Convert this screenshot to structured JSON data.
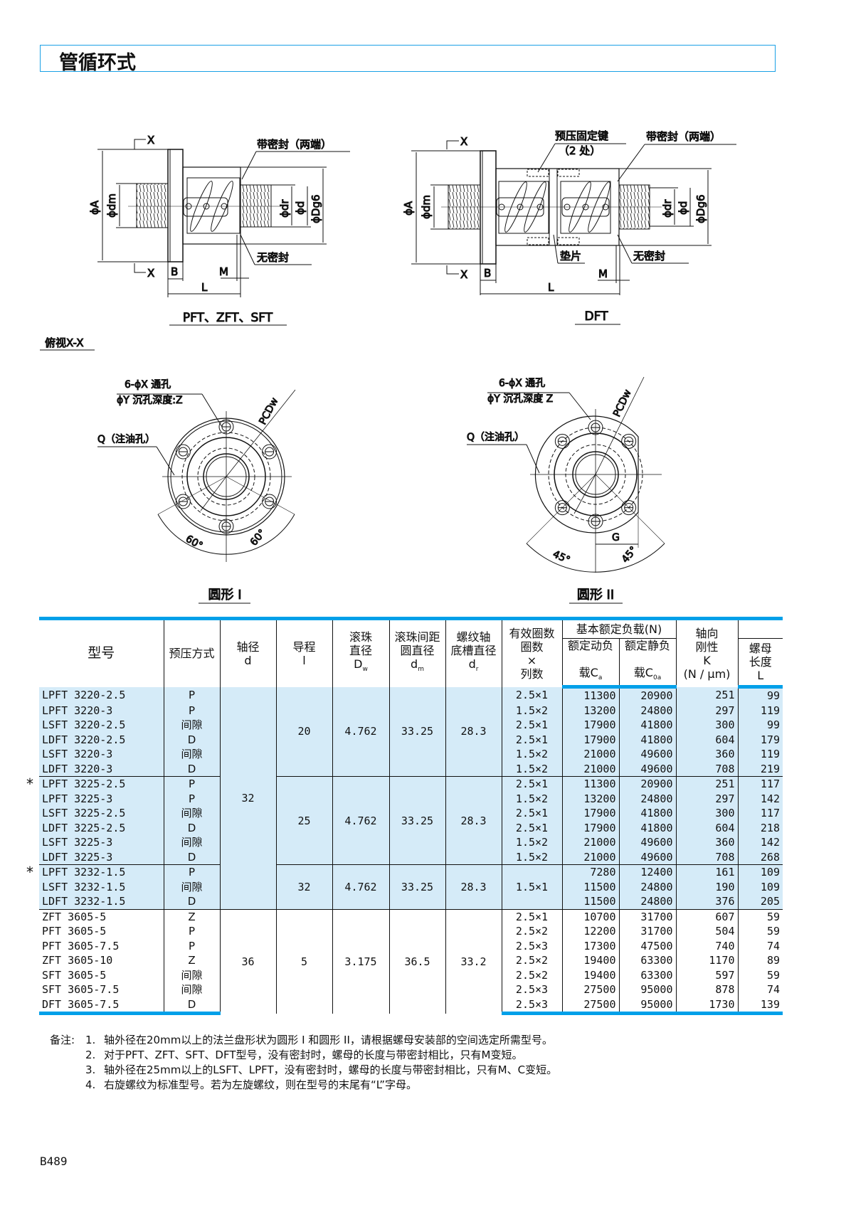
{
  "title": "管循环式",
  "diagram_left": {
    "caption": "PFT、ZFT、SFT",
    "seal_both": "带密封（两端）",
    "no_seal": "无密封",
    "phiA": "ϕA",
    "phidm": "ϕdm",
    "phidr": "ϕdr",
    "phid": "ϕd",
    "phiDg6": "ϕDg6",
    "B": "B",
    "M": "M",
    "L": "L",
    "X": "X"
  },
  "diagram_right": {
    "caption": "DFT",
    "preload_key": "预压固定键",
    "preload_key_count": "（2 处）",
    "seal_both": "带密封（两端）",
    "no_seal": "无密封",
    "shim": "垫片",
    "phiA": "ϕA",
    "phidm": "ϕdm",
    "phidr": "ϕdr",
    "phid": "ϕd",
    "phiDg6": "ϕDg6",
    "B": "B",
    "M": "M",
    "L": "L",
    "X": "X"
  },
  "section_view": "俯视X-X",
  "flange_I": {
    "caption": "圆形 I",
    "holes": "6-ϕX 通孔",
    "counterbore": "ϕY 沉孔深度:Z",
    "oil": "Q（注油孔）",
    "pcd": "PCDw",
    "angle1": "60°",
    "angle2": "60°"
  },
  "flange_II": {
    "caption": "圆形 II",
    "holes": "6-ϕX 通孔",
    "counterbore": "ϕY 沉孔深度 Z",
    "oil": "Q（注油孔）",
    "pcd": "PCDw",
    "angle1": "45°",
    "angle2": "45°",
    "G": "G"
  },
  "colors": {
    "accent": "#00a0e9",
    "row_highlight": "#d5ebf8"
  },
  "table": {
    "headers": {
      "model": "型号",
      "preload": "预压方式",
      "shaft": [
        "轴径",
        "d"
      ],
      "lead": [
        "导程",
        "l"
      ],
      "ball": [
        "滚珠",
        "直径"
      ],
      "ball_sym": "D",
      "ball_sub": "w",
      "pitch": [
        "滚珠间距",
        "圆直径"
      ],
      "pitch_sym": "d",
      "pitch_sub": "m",
      "root": [
        "螺纹轴",
        "底槽直径"
      ],
      "root_sym": "d",
      "root_sub": "r",
      "turns": [
        "有效圈数",
        "圈数",
        "×",
        "列数"
      ],
      "load": "基本额定负载(N)",
      "dyn": [
        "额定动负",
        "载C"
      ],
      "dyn_sub": "a",
      "stat": [
        "额定静负",
        "载C"
      ],
      "stat_sub": "0a",
      "stiff": [
        "轴向",
        "刚性",
        "K",
        "(N / μm)"
      ],
      "len": [
        "螺母",
        "长度",
        "L"
      ]
    },
    "shaft_groups": [
      {
        "d": "32",
        "rows": 15
      },
      {
        "d": "36",
        "rows": 7
      }
    ],
    "lead_groups": [
      {
        "l": "20",
        "Dw": "4.762",
        "dm": "33.25",
        "dr": "28.3",
        "rows": 6
      },
      {
        "l": "25",
        "Dw": "4.762",
        "dm": "33.25",
        "dr": "28.3",
        "rows": 6
      },
      {
        "l": "32",
        "Dw": "4.762",
        "dm": "33.25",
        "dr": "28.3",
        "rows": 3,
        "turns": "1.5×1"
      },
      {
        "l": "5",
        "Dw": "3.175",
        "dm": "36.5",
        "dr": "33.2",
        "rows": 7
      }
    ],
    "rows": [
      {
        "model": "LPFT 3220-2.5",
        "preload": "P",
        "turns": "2.5×1",
        "Ca": "11300",
        "C0a": "20900",
        "K": "251",
        "L": "99"
      },
      {
        "model": "LPFT 3220-3",
        "preload": "P",
        "turns": "1.5×2",
        "Ca": "13200",
        "C0a": "24800",
        "K": "297",
        "L": "119"
      },
      {
        "model": "LSFT 3220-2.5",
        "preload": "间隙",
        "turns": "2.5×1",
        "Ca": "17900",
        "C0a": "41800",
        "K": "300",
        "L": "99"
      },
      {
        "model": "LDFT 3220-2.5",
        "preload": "D",
        "turns": "2.5×1",
        "Ca": "17900",
        "C0a": "41800",
        "K": "604",
        "L": "179"
      },
      {
        "model": "LSFT 3220-3",
        "preload": "间隙",
        "turns": "1.5×2",
        "Ca": "21000",
        "C0a": "49600",
        "K": "360",
        "L": "119"
      },
      {
        "model": "LDFT 3220-3",
        "preload": "D",
        "turns": "1.5×2",
        "Ca": "21000",
        "C0a": "49600",
        "K": "708",
        "L": "219"
      },
      {
        "model": "LPFT 3225-2.5",
        "preload": "P",
        "turns": "2.5×1",
        "Ca": "11300",
        "C0a": "20900",
        "K": "251",
        "L": "117",
        "star": "*"
      },
      {
        "model": "LPFT 3225-3",
        "preload": "P",
        "turns": "1.5×2",
        "Ca": "13200",
        "C0a": "24800",
        "K": "297",
        "L": "142"
      },
      {
        "model": "LSFT 3225-2.5",
        "preload": "间隙",
        "turns": "2.5×1",
        "Ca": "17900",
        "C0a": "41800",
        "K": "300",
        "L": "117"
      },
      {
        "model": "LDFT 3225-2.5",
        "preload": "D",
        "turns": "2.5×1",
        "Ca": "17900",
        "C0a": "41800",
        "K": "604",
        "L": "218"
      },
      {
        "model": "LSFT 3225-3",
        "preload": "间隙",
        "turns": "1.5×2",
        "Ca": "21000",
        "C0a": "49600",
        "K": "360",
        "L": "142"
      },
      {
        "model": "LDFT 3225-3",
        "preload": "D",
        "turns": "1.5×2",
        "Ca": "21000",
        "C0a": "49600",
        "K": "708",
        "L": "268"
      },
      {
        "model": "LPFT 3232-1.5",
        "preload": "P",
        "Ca": "7280",
        "C0a": "12400",
        "K": "161",
        "L": "109",
        "star": "*"
      },
      {
        "model": "LSFT 3232-1.5",
        "preload": "间隙",
        "Ca": "11500",
        "C0a": "24800",
        "K": "190",
        "L": "109"
      },
      {
        "model": "LDFT 3232-1.5",
        "preload": "D",
        "Ca": "11500",
        "C0a": "24800",
        "K": "376",
        "L": "205"
      },
      {
        "model": "ZFT 3605-5",
        "preload": "Z",
        "turns": "2.5×1",
        "Ca": "10700",
        "C0a": "31700",
        "K": "607",
        "L": "59"
      },
      {
        "model": "PFT 3605-5",
        "preload": "P",
        "turns": "2.5×2",
        "Ca": "12200",
        "C0a": "31700",
        "K": "504",
        "L": "59"
      },
      {
        "model": "PFT 3605-7.5",
        "preload": "P",
        "turns": "2.5×3",
        "Ca": "17300",
        "C0a": "47500",
        "K": "740",
        "L": "74"
      },
      {
        "model": "ZFT 3605-10",
        "preload": "Z",
        "turns": "2.5×2",
        "Ca": "19400",
        "C0a": "63300",
        "K": "1170",
        "L": "89"
      },
      {
        "model": "SFT 3605-5",
        "preload": "间隙",
        "turns": "2.5×2",
        "Ca": "19400",
        "C0a": "63300",
        "K": "597",
        "L": "59"
      },
      {
        "model": "SFT 3605-7.5",
        "preload": "间隙",
        "turns": "2.5×3",
        "Ca": "27500",
        "C0a": "95000",
        "K": "878",
        "L": "74"
      },
      {
        "model": "DFT 3605-7.5",
        "preload": "D",
        "turns": "2.5×3",
        "Ca": "27500",
        "C0a": "95000",
        "K": "1730",
        "L": "139"
      }
    ]
  },
  "notes": {
    "head": "备注:",
    "items": [
      {
        "n": "1.",
        "text": "轴外径在20mm以上的法兰盘形状为圆形 I 和圆形 II，请根据螺母安装部的空间选定所需型号。"
      },
      {
        "n": "2.",
        "text": "对于PFT、ZFT、SFT、DFT型号，没有密封时，螺母的长度与带密封相比，只有M变短。"
      },
      {
        "n": "3.",
        "text": "轴外径在25mm以上的LSFT、LPFT，没有密封时，螺母的长度与带密封相比，只有M、C变短。"
      },
      {
        "n": "4.",
        "text": "右旋螺纹为标准型号。若为左旋螺纹，则在型号的末尾有“L”字母。"
      }
    ]
  },
  "page_number": "B489"
}
